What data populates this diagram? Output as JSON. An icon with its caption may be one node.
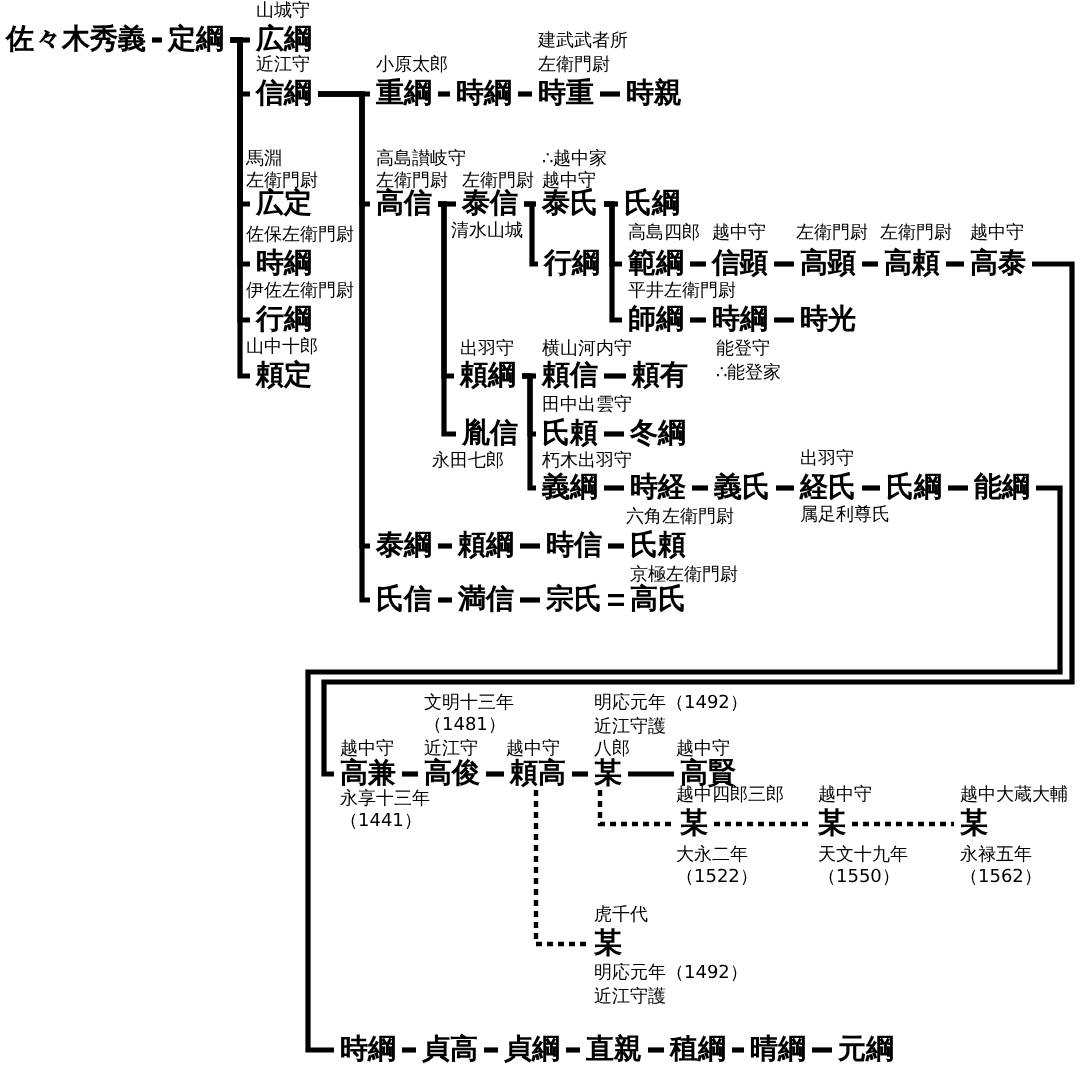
{
  "diagram": {
    "nodes": [
      {
        "text": [
          "佐々木秀義"
        ]
      },
      {
        "text": [
          "定綱"
        ]
      },
      {
        "text": [
          "広綱"
        ],
        "beside": [
          "山城守"
        ]
      },
      {
        "text": [
          "信綱"
        ],
        "beside": [
          "近江守"
        ]
      },
      {
        "text": [
          "重綱"
        ],
        "beside": [
          "小原太郎"
        ]
      },
      {
        "text": [
          "時綱"
        ]
      },
      {
        "text": [
          "時重"
        ],
        "beside": [
          "建武武者所",
          "左衛門尉"
        ]
      },
      {
        "text": [
          "時親"
        ]
      },
      {
        "text": [
          "広定"
        ],
        "beside": [
          "馬淵",
          "左衛門尉"
        ]
      },
      {
        "text": [
          "高信"
        ],
        "beside": [
          "高島讃岐守",
          "左衛門尉"
        ]
      },
      {
        "text": [
          "泰信"
        ],
        "beside": [
          "左衛門尉",
          "清水山城"
        ]
      },
      {
        "text": [
          "泰氏"
        ],
        "beside": [
          "∴越中家",
          "越中守"
        ]
      },
      {
        "text": [
          "氏綱"
        ]
      },
      {
        "text": [
          "時綱"
        ],
        "beside": [
          "佐保左衛門尉"
        ]
      },
      {
        "text": [
          "行綱"
        ]
      },
      {
        "text": [
          "範綱"
        ],
        "beside": [
          "高島四郎"
        ]
      },
      {
        "text": [
          "信顕"
        ],
        "beside": [
          "越中守"
        ]
      },
      {
        "text": [
          "高顕"
        ],
        "beside": [
          "左衛門尉"
        ]
      },
      {
        "text": [
          "高頼"
        ],
        "beside": [
          "左衛門尉"
        ]
      },
      {
        "text": [
          "高泰"
        ],
        "beside": [
          "越中守"
        ]
      },
      {
        "text": [
          "行綱"
        ],
        "beside": [
          "伊佐左衛門尉"
        ]
      },
      {
        "text": [
          "師綱"
        ],
        "beside": [
          "平井左衛門尉"
        ]
      },
      {
        "text": [
          "時綱"
        ]
      },
      {
        "text": [
          "時光"
        ]
      },
      {
        "text": [
          "頼定"
        ],
        "beside": [
          "山中十郎"
        ]
      },
      {
        "text": [
          "頼綱"
        ],
        "beside": [
          "出羽守"
        ]
      },
      {
        "text": [
          "頼信"
        ],
        "beside": [
          "横山河内守"
        ]
      },
      {
        "text": [
          "頼有"
        ],
        "beside": [
          "能登守",
          "∴能登家"
        ]
      },
      {
        "text": [
          "胤信"
        ],
        "beside": [
          "永田七郎"
        ]
      },
      {
        "text": [
          "氏頼"
        ],
        "beside": [
          "田中出雲守"
        ]
      },
      {
        "text": [
          "冬綱"
        ]
      },
      {
        "text": [
          "義綱"
        ],
        "beside": [
          "朽木出羽守"
        ]
      },
      {
        "text": [
          "時経"
        ]
      },
      {
        "text": [
          "義氏"
        ]
      },
      {
        "text": [
          "経氏"
        ],
        "beside": [
          "出羽守",
          "属足利尊氏"
        ]
      },
      {
        "text": [
          "氏綱"
        ]
      },
      {
        "text": [
          "能綱"
        ]
      },
      {
        "text": [
          "泰綱"
        ]
      },
      {
        "text": [
          "頼綱"
        ]
      },
      {
        "text": [
          "時信"
        ]
      },
      {
        "text": [
          "氏頼"
        ],
        "beside": [
          "六角左衛門尉"
        ]
      },
      {
        "text": [
          "氏信"
        ]
      },
      {
        "text": [
          "満信"
        ]
      },
      {
        "text": [
          "宗氏"
        ]
      },
      {
        "text": [
          "高氏"
        ],
        "beside": [
          "京極左衛門尉"
        ]
      },
      {
        "text": [
          "高兼"
        ],
        "beside": [
          "越中守",
          "永享十三年（1441）"
        ]
      },
      {
        "text": [
          "高俊"
        ],
        "beside": [
          "文明十三年（1481）",
          "近江守"
        ]
      },
      {
        "text": [
          "頼高"
        ],
        "beside": [
          "越中守"
        ]
      },
      {
        "text": [
          "某"
        ],
        "beside": [
          "明応元年（1492）",
          "近江守護",
          "八郎"
        ]
      },
      {
        "text": [
          "高賢"
        ],
        "beside": [
          "越中守"
        ]
      },
      {
        "text": [
          "某"
        ],
        "beside": [
          "越中四郎三郎",
          "大永二年（1522）"
        ]
      },
      {
        "text": [
          "某"
        ],
        "beside": [
          "越中守",
          "天文十九年（1550）"
        ]
      },
      {
        "text": [
          "某"
        ],
        "beside": [
          "越中大蔵大輔",
          "永禄五年（1562）"
        ]
      },
      {
        "text": [
          "某"
        ],
        "beside": [
          "虎千代",
          "明応元年（1492）",
          "近江守護"
        ]
      },
      {
        "text": [
          "時綱"
        ]
      },
      {
        "text": [
          "貞高"
        ]
      },
      {
        "text": [
          "貞綱"
        ]
      },
      {
        "text": [
          "直親"
        ]
      },
      {
        "text": [
          "稙綱"
        ]
      },
      {
        "text": [
          "晴綱"
        ]
      },
      {
        "text": [
          "元綱"
        ]
      }
    ],
    "edges": [
      {
        "from": 0,
        "to": 1,
        "arrow": "none"
      },
      {
        "from": 1,
        "to": 2,
        "arrow": "none"
      },
      {
        "from": 1,
        "to": 3,
        "arrow": "none"
      },
      {
        "from": 1,
        "to": 8,
        "arrow": "none"
      },
      {
        "from": 1,
        "to": 13,
        "arrow": "none"
      },
      {
        "from": 1,
        "to": 20,
        "arrow": "none"
      },
      {
        "from": 1,
        "to": 24,
        "arrow": "none"
      },
      {
        "from": 3,
        "to": 4,
        "arrow": "none"
      },
      {
        "from": 3,
        "to": 9,
        "arrow": "none"
      },
      {
        "from": 3,
        "to": 37,
        "arrow": "none"
      },
      {
        "from": 3,
        "to": 41,
        "arrow": "none"
      },
      {
        "from": 4,
        "to": 5,
        "arrow": "none"
      },
      {
        "from": 5,
        "to": 6,
        "arrow": "none"
      },
      {
        "from": 6,
        "to": 7,
        "arrow": "none"
      },
      {
        "from": 9,
        "to": 10,
        "arrow": "none"
      },
      {
        "from": 9,
        "to": 25,
        "arrow": "none"
      },
      {
        "from": 9,
        "to": 28,
        "arrow": "none"
      },
      {
        "from": 10,
        "to": 11,
        "arrow": "none"
      },
      {
        "from": 10,
        "to": 14,
        "arrow": "none"
      },
      {
        "from": 11,
        "to": 12,
        "arrow": "none"
      },
      {
        "from": 11,
        "to": 15,
        "arrow": "none"
      },
      {
        "from": 11,
        "to": 21,
        "arrow": "none"
      },
      {
        "from": 15,
        "to": 16,
        "arrow": "none"
      },
      {
        "from": 16,
        "to": 17,
        "arrow": "none"
      },
      {
        "from": 17,
        "to": 18,
        "arrow": "none"
      },
      {
        "from": 18,
        "to": 19,
        "arrow": "none"
      },
      {
        "from": 19,
        "to": 45,
        "arrow": "none"
      },
      {
        "from": 21,
        "to": 22,
        "arrow": "none"
      },
      {
        "from": 22,
        "to": 23,
        "arrow": "none"
      },
      {
        "from": 25,
        "to": 26,
        "arrow": "none"
      },
      {
        "from": 25,
        "to": 29,
        "arrow": "none"
      },
      {
        "from": 25,
        "to": 31,
        "arrow": "none"
      },
      {
        "from": 26,
        "to": 27,
        "arrow": "none"
      },
      {
        "from": 29,
        "to": 30,
        "arrow": "none"
      },
      {
        "from": 31,
        "to": 32,
        "arrow": "none"
      },
      {
        "from": 32,
        "to": 33,
        "arrow": "none"
      },
      {
        "from": 33,
        "to": 34,
        "arrow": "none"
      },
      {
        "from": 34,
        "to": 35,
        "arrow": "none"
      },
      {
        "from": 35,
        "to": 36,
        "arrow": "none"
      },
      {
        "from": 36,
        "to": 54,
        "arrow": "none"
      },
      {
        "from": 37,
        "to": 38,
        "arrow": "none"
      },
      {
        "from": 38,
        "to": 39,
        "arrow": "none"
      },
      {
        "from": 39,
        "to": 40,
        "arrow": "none"
      },
      {
        "from": 41,
        "to": 42,
        "arrow": "none"
      },
      {
        "from": 42,
        "to": 43,
        "arrow": "none"
      },
      {
        "from": 43,
        "to": 44,
        "arrow": "none"
      },
      {
        "from": 45,
        "to": 46,
        "arrow": "none"
      },
      {
        "from": 46,
        "to": 47,
        "arrow": "none"
      },
      {
        "from": 47,
        "to": 48,
        "arrow": "none"
      },
      {
        "from": 48,
        "to": 49,
        "arrow": "none"
      },
      {
        "from": 48,
        "to": 50,
        "arrow": "none",
        "style": "dashed"
      },
      {
        "from": 50,
        "to": 51,
        "arrow": "none",
        "style": "dashed"
      },
      {
        "from": 51,
        "to": 52,
        "arrow": "none",
        "style": "dashed"
      },
      {
        "from": 47,
        "to": 53,
        "arrow": "none",
        "style": "dashed"
      },
      {
        "from": 54,
        "to": 55,
        "arrow": "none"
      },
      {
        "from": 55,
        "to": 56,
        "arrow": "none"
      },
      {
        "from": 56,
        "to": 57,
        "arrow": "none"
      },
      {
        "from": 57,
        "to": 58,
        "arrow": "none"
      },
      {
        "from": 58,
        "to": 59,
        "arrow": "none"
      },
      {
        "from": 59,
        "to": 60,
        "arrow": "none"
      }
    ]
  }
}
